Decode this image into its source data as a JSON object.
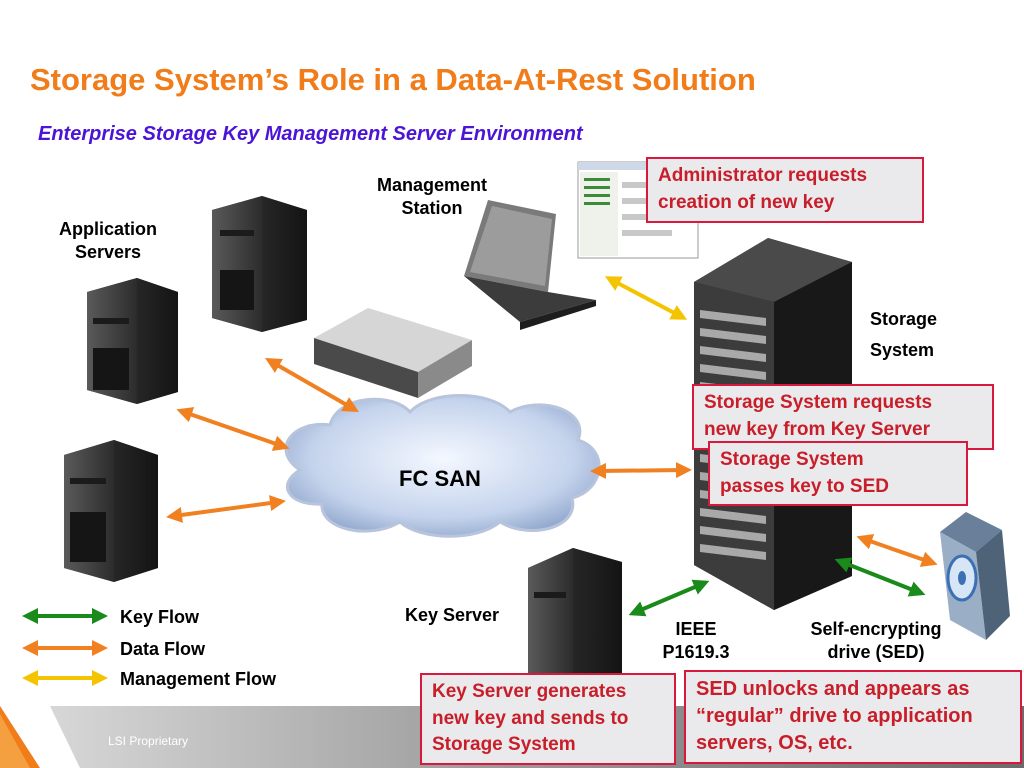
{
  "slide": {
    "title": "Storage System’s Role in a Data-At-Rest Solution",
    "subtitle": "Enterprise Storage Key Management Server Environment",
    "footer": "LSI Proprietary"
  },
  "labels": {
    "application_servers": "Application\nServers",
    "management_station": "Management\nStation",
    "storage_system": "Storage\nSystem",
    "fc_san": "FC SAN",
    "key_server": "Key Server",
    "ieee": "IEEE\nP1619.3",
    "sed": "Self-encrypting\ndrive (SED)"
  },
  "callouts": {
    "admin_request": "Administrator requests\ncreation of new key",
    "storage_requests": "Storage System requests\nnew key from Key Server",
    "storage_passes": "Storage System\npasses key to SED",
    "key_server_generates": "Key Server generates\nnew key and sends to\nStorage System",
    "sed_unlocks": "SED unlocks and appears as\n“regular” drive to application\nservers, OS, etc."
  },
  "legend": {
    "items": [
      {
        "label": "Key  Flow",
        "color": "#1a8a1a"
      },
      {
        "label": "Data Flow",
        "color": "#f08020"
      },
      {
        "label": "Management Flow",
        "color": "#f5c400"
      }
    ]
  },
  "colors": {
    "title": "#f07c1a",
    "subtitle": "#4b14d6",
    "callout_border": "#d8183c",
    "callout_text": "#c81e2a",
    "key_flow": "#1a8a1a",
    "data_flow": "#f08020",
    "management_flow": "#f5c400"
  }
}
